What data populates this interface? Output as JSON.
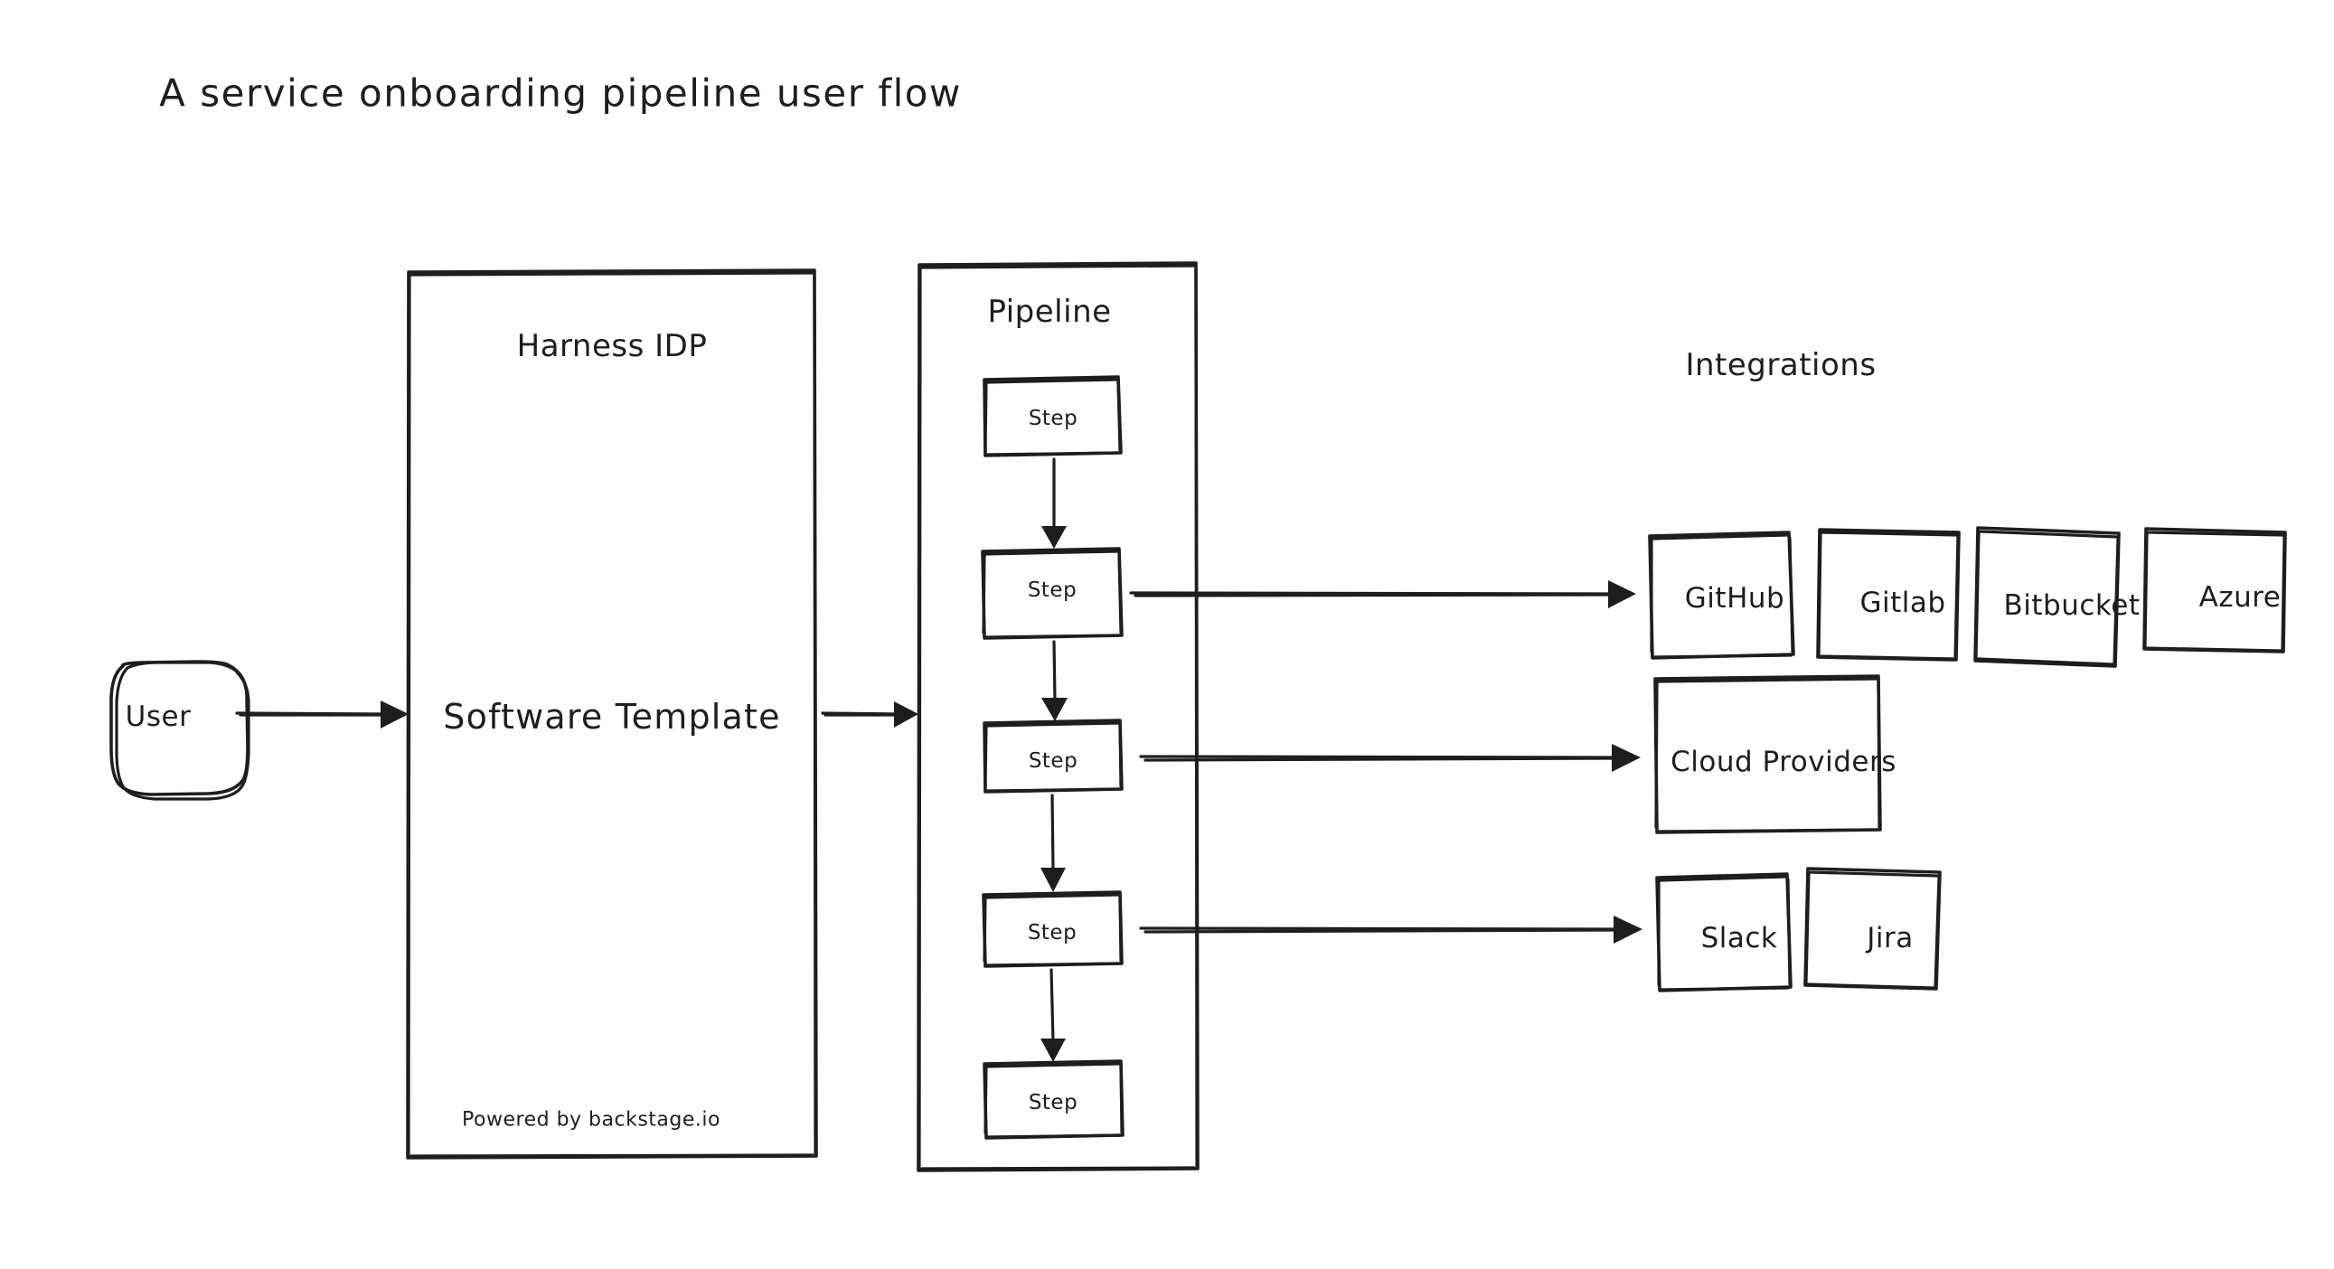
{
  "diagram": {
    "title": "A service onboarding pipeline user flow",
    "style": "hand-drawn sketch",
    "stroke_color": "#1e1e1e",
    "background_color": "#ffffff"
  },
  "user": {
    "label": "User"
  },
  "idp": {
    "title": "Harness IDP",
    "subject": "Software Template",
    "footer": "Powered by backstage.io"
  },
  "pipeline": {
    "title": "Pipeline",
    "steps": [
      {
        "label": "Step"
      },
      {
        "label": "Step"
      },
      {
        "label": "Step"
      },
      {
        "label": "Step"
      },
      {
        "label": "Step"
      }
    ]
  },
  "integrations": {
    "title": "Integrations",
    "rows": [
      {
        "name": "scm-row",
        "items": [
          {
            "label": "GitHub"
          },
          {
            "label": "Gitlab"
          },
          {
            "label": "Bitbucket"
          },
          {
            "label": "Azure"
          }
        ]
      },
      {
        "name": "cloud-row",
        "items": [
          {
            "label": "Cloud Providers"
          }
        ]
      },
      {
        "name": "collab-row",
        "items": [
          {
            "label": "Slack"
          },
          {
            "label": "Jira"
          }
        ]
      }
    ]
  }
}
